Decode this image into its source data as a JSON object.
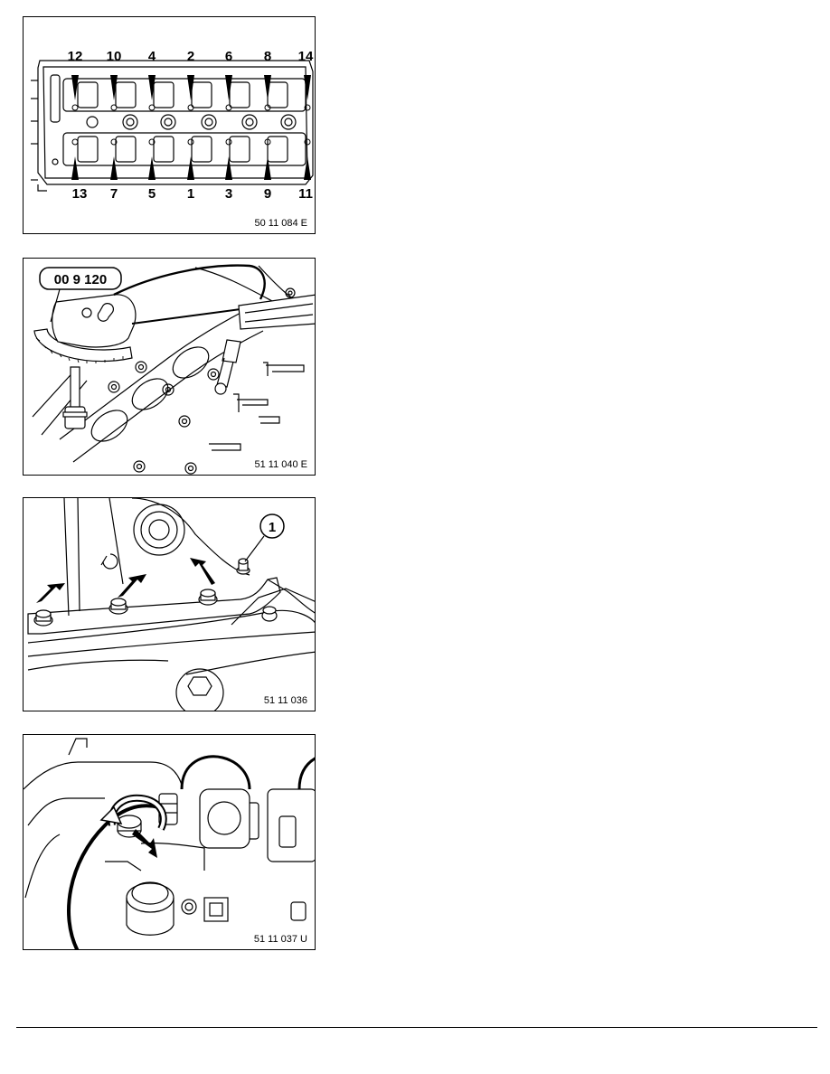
{
  "figures": [
    {
      "code": "50 11 084 E",
      "top_sequence": [
        "12",
        "10",
        "4",
        "2",
        "6",
        "8",
        "14"
      ],
      "bottom_sequence": [
        "13",
        "7",
        "5",
        "1",
        "3",
        "9",
        "11"
      ]
    },
    {
      "code": "51 11 040 E",
      "tool_label": "00 9 120"
    },
    {
      "code": "51 11 036",
      "callout": "1"
    },
    {
      "code": "51 11 037 U"
    }
  ]
}
